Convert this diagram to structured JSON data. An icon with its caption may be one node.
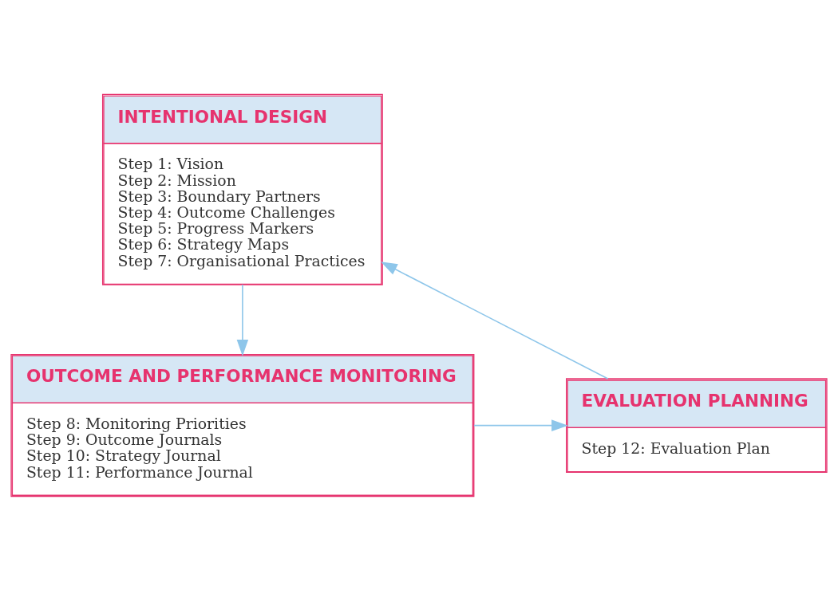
{
  "diagram": {
    "nodes": [
      {
        "text": [
          "INTENTIONAL DESIGN",
          "Step 1: Vision",
          "Step 2: Mission",
          "Step 3: Boundary Partners",
          "Step 4: Outcome Challenges",
          "Step 5: Progress Markers",
          "Step 6: Strategy Maps",
          "Step 7: Organisational Practices"
        ]
      },
      {
        "text": [
          "OUTCOME AND PERFORMANCE MONITORING",
          "Step 8: Monitoring Priorities",
          "Step 9: Outcome Journals",
          "Step 10: Strategy Journal",
          "Step 11: Performance Journal"
        ]
      },
      {
        "text": [
          "EVALUATION PLANNING",
          "Step 12: Evaluation Plan"
        ]
      }
    ],
    "edges": [
      {
        "from": 0,
        "to": 1,
        "arrow": "to"
      },
      {
        "from": 1,
        "to": 2,
        "arrow": "to"
      },
      {
        "from": 2,
        "to": 0,
        "arrow": "to"
      }
    ]
  }
}
